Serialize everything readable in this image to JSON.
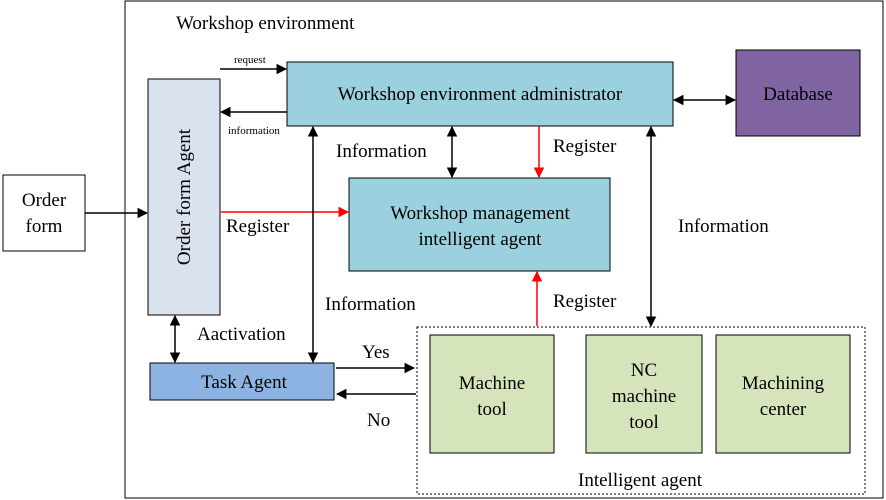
{
  "title": "Workshop environment",
  "nodes": {
    "order_form": {
      "lines": [
        "Order",
        "form"
      ]
    },
    "order_agent": {
      "label": "Order form Agent"
    },
    "env_admin": {
      "label": "Workshop environment administrator"
    },
    "database": {
      "label": "Database"
    },
    "mgmt_agent": {
      "lines": [
        "Workshop management",
        "intelligent agent"
      ]
    },
    "task_agent": {
      "label": "Task Agent"
    },
    "machine_tool": {
      "lines": [
        "Machine",
        "tool"
      ]
    },
    "nc_machine_tool": {
      "lines": [
        "NC",
        "machine",
        "tool"
      ]
    },
    "machining_center": {
      "lines": [
        "Machining",
        "center"
      ]
    },
    "intelligent_group": {
      "label": "Intelligent agent"
    }
  },
  "edge_labels": {
    "request": "request",
    "information_small": "information",
    "information_top": "Information",
    "register_top": "Register",
    "register_left": "Register",
    "information_right": "Information",
    "information_mid": "Information",
    "register_bottom": "Register",
    "activation": "Aactivation",
    "yes": "Yes",
    "no": "No"
  },
  "colors": {
    "order_agent_fill": "#d9e2ee",
    "env_admin_fill": "#9bd0de",
    "mgmt_agent_fill": "#9bd0de",
    "database_fill": "#8064a2",
    "task_agent_fill": "#8db3e2",
    "machine_fill": "#d6e4bc",
    "register_arrow": "#ff0000",
    "default_arrow": "#000000"
  }
}
